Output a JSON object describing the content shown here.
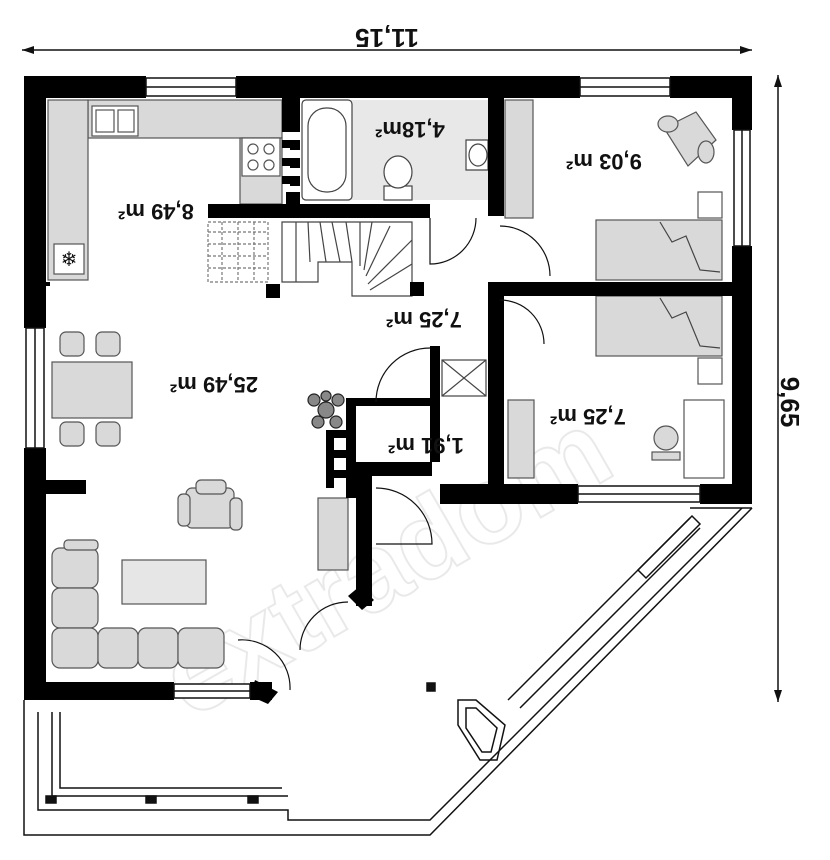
{
  "dimensions": {
    "width": "11,15",
    "height": "9,65"
  },
  "rooms": [
    {
      "id": "kitchen",
      "area": "8,49 m²"
    },
    {
      "id": "bathroom",
      "area": "4,18m²"
    },
    {
      "id": "bedroom1",
      "area": "9,03 m²"
    },
    {
      "id": "hall",
      "area": "7,25 m²"
    },
    {
      "id": "living",
      "area": "25,49 m²"
    },
    {
      "id": "bedroom2",
      "area": "7,25 m²"
    },
    {
      "id": "storage",
      "area": "1,91 m²"
    }
  ],
  "watermark": "extradom",
  "colors": {
    "wall": "#000000",
    "fixture_fill": "#d9d9d9",
    "fixture_stroke": "#555555",
    "paper": "#ffffff"
  }
}
